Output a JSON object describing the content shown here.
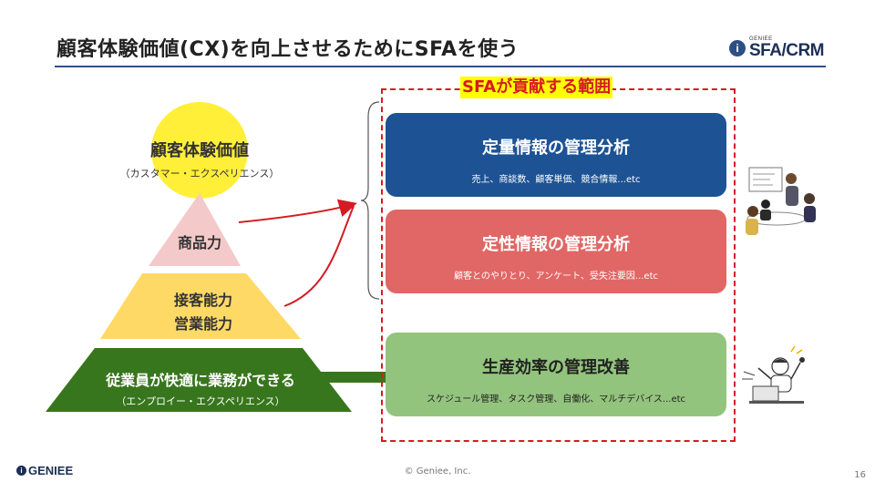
{
  "header": {
    "title": "顧客体験価値(CX)を向上させるためにSFAを使う",
    "logo_small": "GENIEE",
    "logo_product": "SFA/CRM",
    "logo_mark": "i"
  },
  "pyramid": {
    "top": {
      "label": "顧客体験価値",
      "sub": "（カスタマー・エクスペリエンス）",
      "color": "#ffef39"
    },
    "tier1": {
      "label": "商品力",
      "color": "#f4c9c9"
    },
    "tier2": {
      "line1": "接客能力",
      "line2": "営業能力",
      "color": "#ffd966"
    },
    "tier3": {
      "label": "従業員が快適に業務ができる",
      "sub": "（エンプロイー・エクスペリエンス）",
      "color": "#38761d"
    }
  },
  "scope": {
    "title": "SFAが貢献する範囲",
    "cards": [
      {
        "title": "定量情報の管理分析",
        "sub": "売上、商談数、顧客単価、競合情報...etc",
        "color": "#1d5395"
      },
      {
        "title": "定性情報の管理分析",
        "sub": "顧客とのやりとり、アンケート、受失注要因...etc",
        "color": "#e06765"
      },
      {
        "title": "生産効率の管理改善",
        "sub": "スケジュール管理、タスク管理、自働化、マルチデバイス...etc",
        "color": "#93c47d"
      }
    ]
  },
  "icons": {
    "meeting": "team-meeting-illustration-icon",
    "worker": "excited-worker-illustration-icon"
  },
  "footer": {
    "logo": "GENIEE",
    "copyright": "© Geniee, Inc.",
    "page": "16"
  }
}
